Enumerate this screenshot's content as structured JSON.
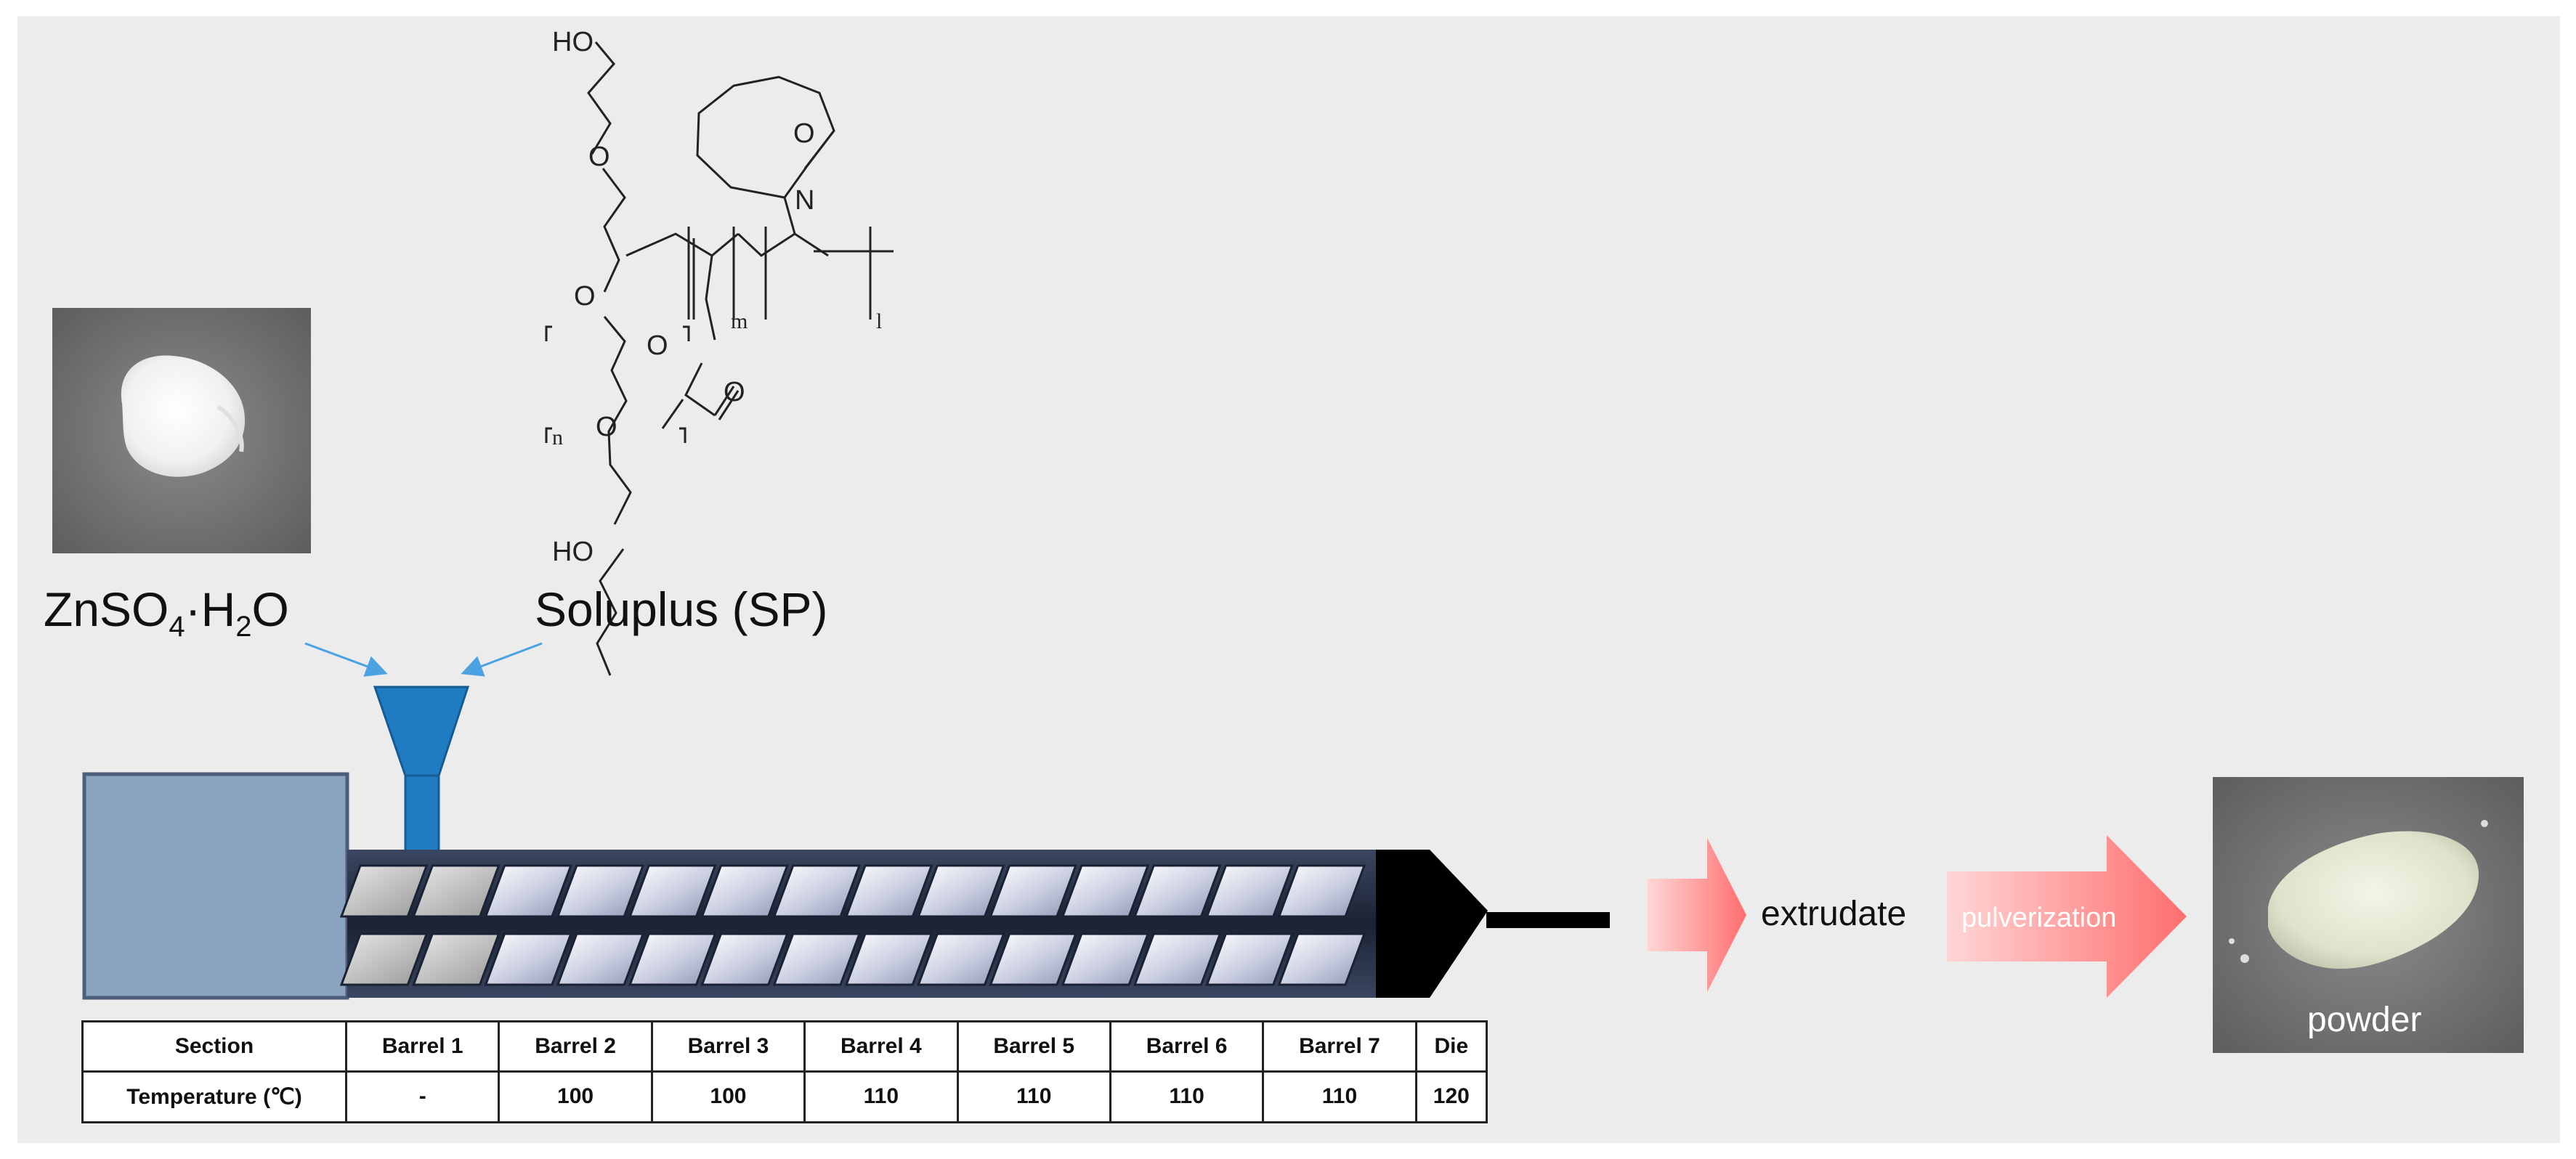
{
  "inputs": {
    "zinc": {
      "formula": "ZnSO",
      "sub4": "4",
      "dot": "·H",
      "sub2": "2",
      "tail": "O"
    },
    "polymer": {
      "label": "Soluplus (SP)"
    }
  },
  "structure": {
    "ho_top": "HO",
    "ho_bottom": "HO",
    "o_labels": [
      "O",
      "O",
      "O",
      "O",
      "O",
      "O"
    ],
    "n_label": "N",
    "subscripts": {
      "n": "n",
      "m": "m",
      "l": "l"
    }
  },
  "outputs": {
    "extrudate": "extrudate",
    "pulverization": "pulverization",
    "powder": "powder"
  },
  "table": {
    "rows": [
      [
        "Section",
        "Barrel 1",
        "Barrel 2",
        "Barrel 3",
        "Barrel 4",
        "Barrel 5",
        "Barrel 6",
        "Barrel 7",
        "Die"
      ],
      [
        "Temperature (℃)",
        "-",
        "100",
        "100",
        "110",
        "110",
        "110",
        "110",
        "120"
      ]
    ]
  },
  "colors": {
    "background": "#ececec",
    "motor": "#8aa3bf",
    "hopper": "#1f7cc2",
    "barrel": "#1d2535",
    "die": "#000000",
    "arrow_pink": "#ff7f7f",
    "feed_arrow": "#4aa3e0"
  }
}
